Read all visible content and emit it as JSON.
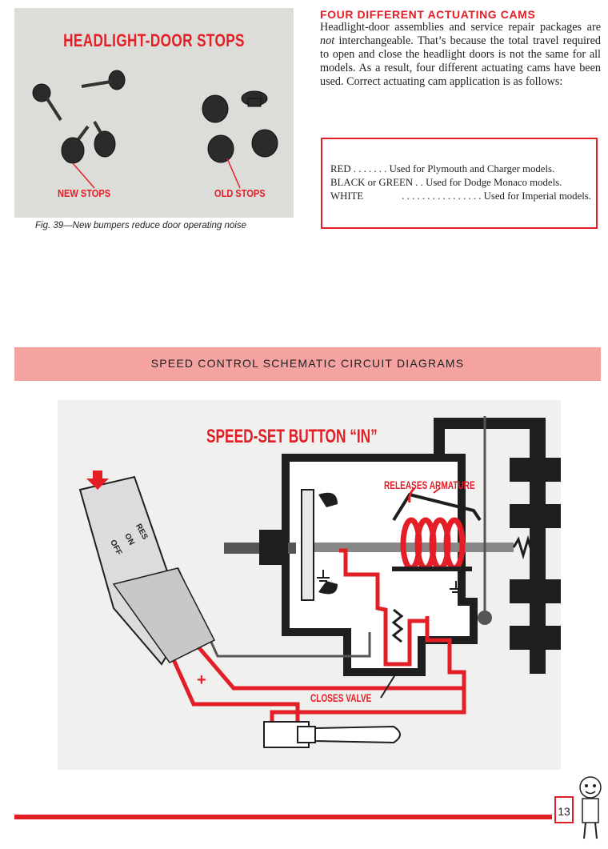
{
  "photo": {
    "title": "HEADLIGHT-DOOR STOPS",
    "new_label": "NEW STOPS",
    "old_label": "OLD STOPS"
  },
  "caption": "Fig. 39—New bumpers reduce door operating noise",
  "article": {
    "heading": "FOUR DIFFERENT ACTUATING CAMS",
    "body_before": "Headlight-door assemblies and service repair packages are ",
    "body_emph": "not",
    "body_after": " interchangeable. That’s because the total travel required to open and close the headlight doors is not the same for all models. As a result, four different actuating cams have been used. Correct actuating cam application is as follows:"
  },
  "cam_table": {
    "rows": [
      {
        "left": "RED . . . . . . . Used for Plymouth and Charger models.",
        "right": ""
      },
      {
        "left": "BLACK or GREEN . . Used for Dodge Monaco models.",
        "right": ""
      },
      {
        "left": "WHITE",
        "right": ". . . . . . . . . . . . . . . . Used for Imperial models."
      }
    ]
  },
  "section_band": "SPEED CONTROL SCHEMATIC CIRCUIT DIAGRAMS",
  "diagram": {
    "title": "SPEED-SET BUTTON “IN”",
    "releases_label": "RELEASES ARMATURE",
    "closes_label": "CLOSES VALVE",
    "switch_res": "RES",
    "switch_on": "ON",
    "switch_off": "OFF",
    "plus": "+"
  },
  "page_number": "13"
}
